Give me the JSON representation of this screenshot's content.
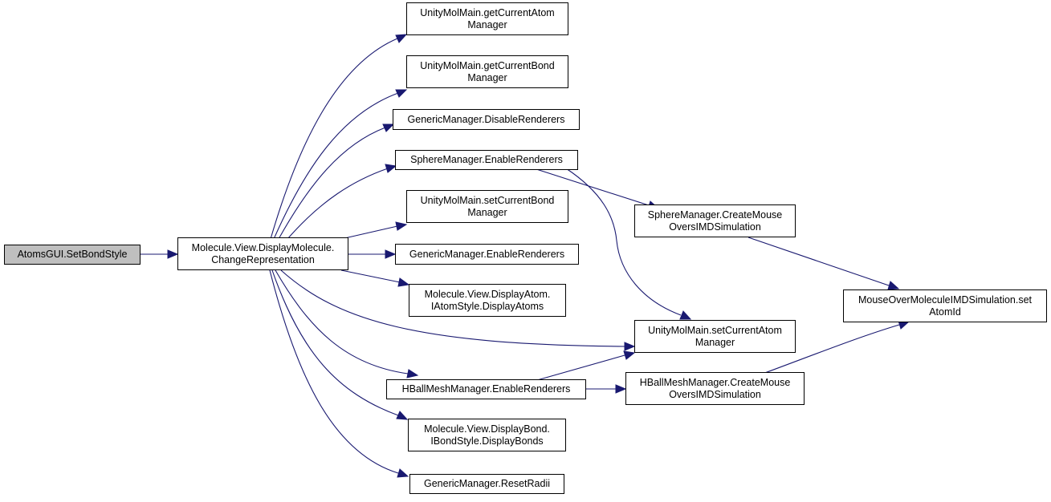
{
  "colors": {
    "edge": "#191970",
    "root_fill": "#bfbfbf",
    "node_fill": "#ffffff",
    "node_border": "#000000"
  },
  "nodes": {
    "root": {
      "lines": [
        "AtomsGUI.SetBondStyle"
      ]
    },
    "change_rep": {
      "lines": [
        "Molecule.View.DisplayMolecule.",
        "ChangeRepresentation"
      ]
    },
    "get_atom_mgr": {
      "lines": [
        "UnityMolMain.getCurrentAtom",
        "Manager"
      ]
    },
    "get_bond_mgr": {
      "lines": [
        "UnityMolMain.getCurrentBond",
        "Manager"
      ]
    },
    "generic_disable": {
      "lines": [
        "GenericManager.DisableRenderers"
      ]
    },
    "sphere_enable": {
      "lines": [
        "SphereManager.EnableRenderers"
      ]
    },
    "set_bond_mgr": {
      "lines": [
        "UnityMolMain.setCurrentBond",
        "Manager"
      ]
    },
    "generic_enable": {
      "lines": [
        "GenericManager.EnableRenderers"
      ]
    },
    "display_atoms": {
      "lines": [
        "Molecule.View.DisplayAtom.",
        "IAtomStyle.DisplayAtoms"
      ]
    },
    "hball_enable": {
      "lines": [
        "HBallMeshManager.EnableRenderers"
      ]
    },
    "display_bonds": {
      "lines": [
        "Molecule.View.DisplayBond.",
        "IBondStyle.DisplayBonds"
      ]
    },
    "reset_radii": {
      "lines": [
        "GenericManager.ResetRadii"
      ]
    },
    "sphere_create": {
      "lines": [
        "SphereManager.CreateMouse",
        "OversIMDSimulation"
      ]
    },
    "set_atom_mgr": {
      "lines": [
        "UnityMolMain.setCurrentAtom",
        "Manager"
      ]
    },
    "hball_create": {
      "lines": [
        "HBallMeshManager.CreateMouse",
        "OversIMDSimulation"
      ]
    },
    "set_atom_id": {
      "lines": [
        "MouseOverMoleculeIMDSimulation.set",
        "AtomId"
      ]
    }
  }
}
